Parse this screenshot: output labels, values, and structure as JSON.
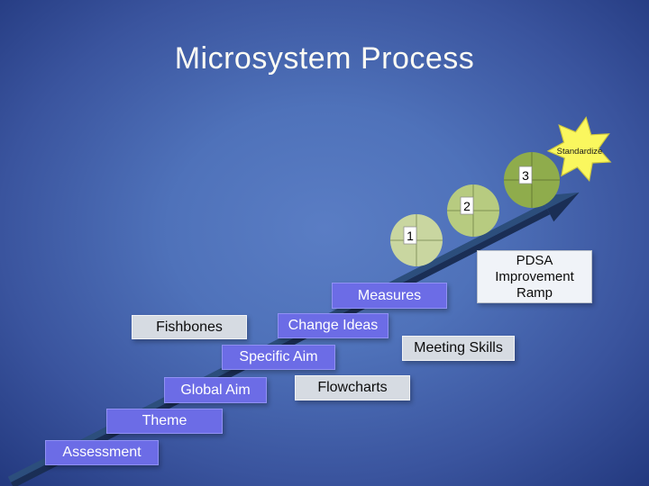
{
  "slide": {
    "title": "Microsystem Process"
  },
  "boxes": {
    "assessment": "Assessment",
    "theme": "Theme",
    "global_aim": "Global Aim",
    "specific_aim": "Specific Aim",
    "change_ideas": "Change Ideas",
    "measures": "Measures",
    "fishbones": "Fishbones",
    "flowcharts": "Flowcharts",
    "meeting_skills": "Meeting Skills"
  },
  "pdsa_label": {
    "line1": "PDSA",
    "line2": "Improvement",
    "line3": "Ramp"
  },
  "star_label": "Standardize",
  "milestones": [
    "1",
    "2",
    "3"
  ],
  "colors": {
    "background_center": "#5578C0",
    "background_edge": "#1C2C6B",
    "title_color": "#FDFBF4",
    "purple_box": "#6C6CE6",
    "gray_box": "#D6DBE2",
    "white_box": "#F0F3F8",
    "ramp_light": "#2C4E7C",
    "ramp_dark": "#1A2E55",
    "star_fill": "#FAF75E",
    "star_stroke": "#CFC83E",
    "circle_1": "#C9D6A0",
    "circle_2": "#B7CB80",
    "circle_3": "#8FAC4C"
  }
}
